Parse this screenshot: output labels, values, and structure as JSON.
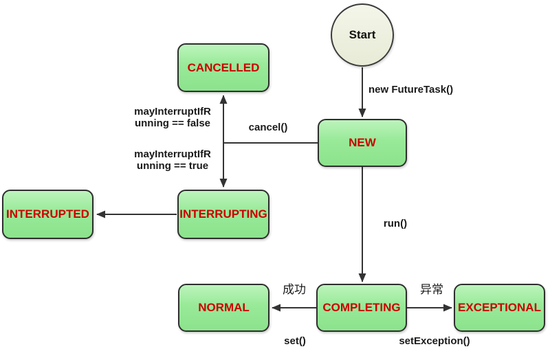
{
  "diagram": {
    "type": "state-diagram",
    "colors": {
      "background": "#ffffff",
      "state_fill_top": "#bcf4bc",
      "state_fill_bottom": "#8ce38c",
      "state_border": "#2e2e2e",
      "state_text": "#cc0000",
      "start_fill": "#eef0e0",
      "start_border": "#3b3b3b",
      "arrow": "#333333",
      "edge_label_text": "#1a1a1a"
    },
    "start_node": {
      "label": "Start"
    },
    "states": [
      {
        "id": "cancelled",
        "label": "CANCELLED"
      },
      {
        "id": "new",
        "label": "NEW"
      },
      {
        "id": "interrupted",
        "label": "INTERRUPTED"
      },
      {
        "id": "interrupting",
        "label": "INTERRUPTING"
      },
      {
        "id": "normal",
        "label": "NORMAL"
      },
      {
        "id": "completing",
        "label": "COMPLETING"
      },
      {
        "id": "exceptional",
        "label": "EXCEPTIONAL"
      }
    ],
    "edges": [
      {
        "from": "Start",
        "to": "NEW",
        "label": "new FutureTask()"
      },
      {
        "from": "NEW",
        "to": "CANCELLED",
        "label": "cancel() / mayInterruptIfRunning == false"
      },
      {
        "from": "NEW",
        "to": "INTERRUPTING",
        "label": "cancel() / mayInterruptIfRunning == true"
      },
      {
        "from": "NEW",
        "to": "COMPLETING",
        "label": "run()"
      },
      {
        "from": "INTERRUPTING",
        "to": "INTERRUPTED",
        "label": ""
      },
      {
        "from": "COMPLETING",
        "to": "NORMAL",
        "label": "成功 set()"
      },
      {
        "from": "COMPLETING",
        "to": "EXCEPTIONAL",
        "label": "异常 setException()"
      }
    ],
    "edge_labels": {
      "new_futuretask": "new FutureTask()",
      "cancel": "cancel()",
      "may_interrupt_false_line1": "mayInterruptIfR",
      "may_interrupt_false_line2": "unning == false",
      "may_interrupt_true_line1": "mayInterruptIfR",
      "may_interrupt_true_line2": "unning == true",
      "run": "run()",
      "success_zh": "成功",
      "set": "set()",
      "exception_zh": "异常",
      "set_exception": "setException()"
    }
  }
}
